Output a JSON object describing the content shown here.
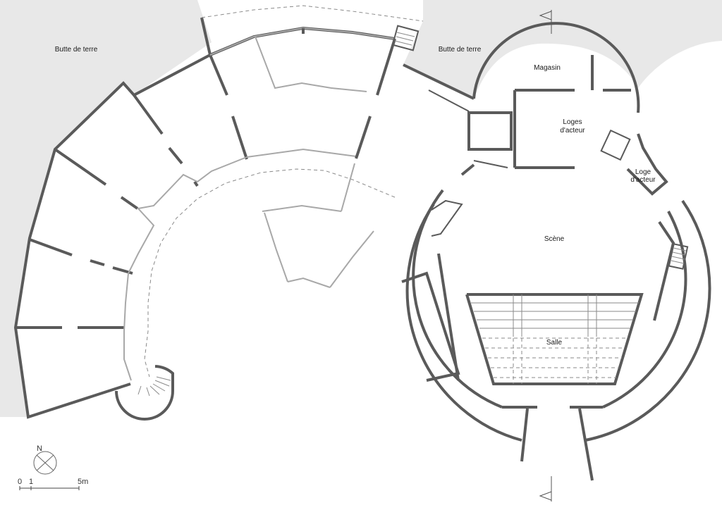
{
  "labels": {
    "butte_left": "Butte de terre",
    "butte_right": "Butte de terre",
    "magasin": "Magasin",
    "loges_line1": "Loges",
    "loges_line2": "d'acteur",
    "loge_line1": "Loge",
    "loge_line2": "d'acteur",
    "scene": "Scène",
    "salle": "Salle"
  },
  "north": {
    "label": "N"
  },
  "scale": {
    "tick_0": "0",
    "tick_1": "1",
    "tick_5": "5m"
  },
  "colors": {
    "wall": "#5a5a5a",
    "terrain": "#e8e8e8",
    "glazing": "#a8a8a8",
    "dashed": "#8a8a8a"
  }
}
